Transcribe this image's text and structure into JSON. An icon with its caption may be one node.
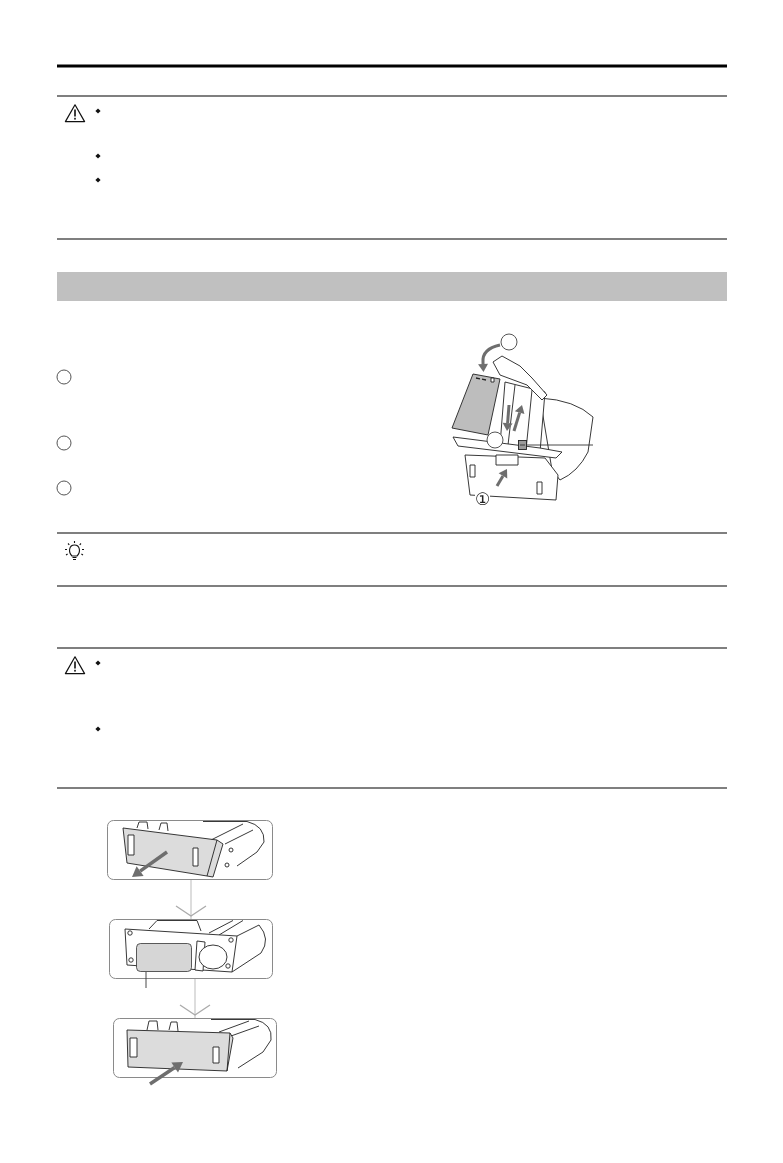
{
  "diagram": {
    "nodes": [
      {
        "text": [],
        "shape": "bar"
      },
      {
        "text": [],
        "shape": "picture"
      },
      {
        "text": [],
        "shape": "picture"
      },
      {
        "text": [],
        "shape": "picture"
      },
      {
        "text": [],
        "shape": "box",
        "in": 3
      },
      {
        "text": [],
        "shape": "picture"
      }
    ],
    "edges": [
      {
        "from": null,
        "to": 1,
        "arrow": "none"
      },
      {
        "from": 2,
        "to": 3,
        "arrow": "to",
        "color": "#aaaaaa"
      },
      {
        "from": null,
        "to": 4,
        "arrow": "none"
      },
      {
        "from": 3,
        "to": 5,
        "arrow": "to",
        "color": "#aaaaaa"
      }
    ],
    "labels": [
      "①"
    ]
  }
}
